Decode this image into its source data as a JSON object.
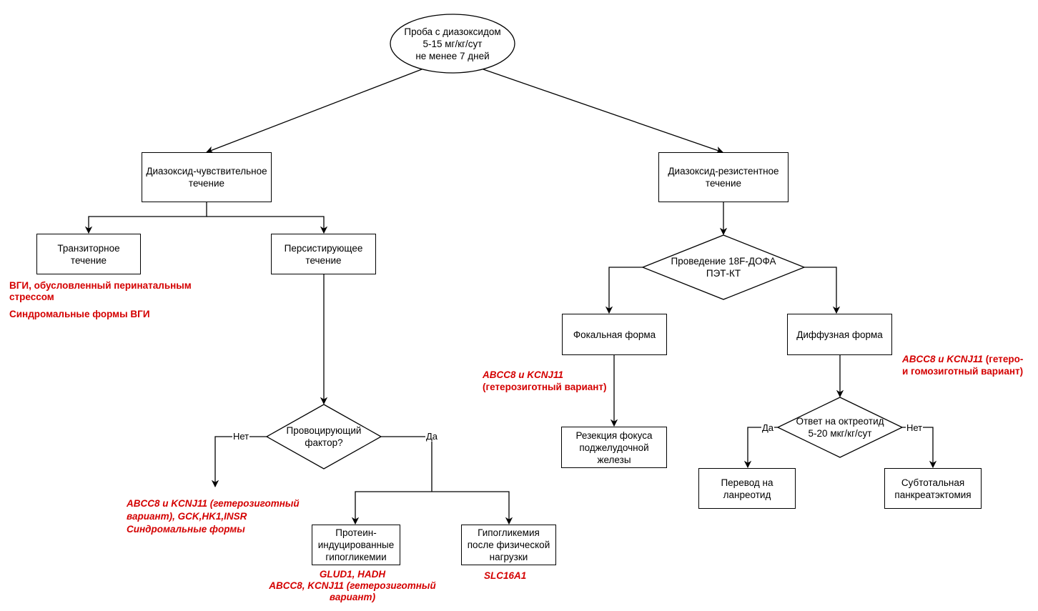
{
  "nodes": {
    "start": "Проба с диазоксидом\n5-15 мг/кг/сут\nне менее 7 дней",
    "sensitive": "Диазоксид-чувствительное\nтечение",
    "resistant": "Диазоксид-резистентное\nтечение",
    "transient": "Транзиторное\nтечение",
    "persistent": "Персистирующее\nтечение",
    "provoking": "Провоцирующий\nфактор?",
    "protein": "Протеин-\nиндуцированные\nгипогликемии",
    "exercise": "Гипогликемия\nпосле физической\nнагрузки",
    "pet": "Проведение 18F-ДОФА\nПЭТ-КТ",
    "focal": "Фокальная форма",
    "diffuse": "Диффузная форма",
    "resection": "Резекция фокуса\nподжелудочной\nжелезы",
    "octreotide": "Ответ на октреотид\n5-20 мкг/кг/сут",
    "lanreotide": "Перевод на\nланреотид",
    "pancreatectomy": "Субтотальная\nпанкреатэктомия"
  },
  "edge_labels": {
    "provoking_no": "Нет",
    "provoking_yes": "Да",
    "octreotide_yes": "Да",
    "octreotide_no": "Нет"
  },
  "annotations": {
    "transient_1": "ВГИ, обусловленный перинатальным\nстрессом",
    "transient_2": "Синдромальные формы ВГИ",
    "no_factor": "ABCC8 и KCNJ11 (гетерозиготный\nвариант), GCK,HK1,INSR\nСиндромальные формы",
    "protein": "GLUD1, HADH\nABCC8, KCNJ11 (гетерозиготный\nвариант)",
    "exercise": "SLC16A1",
    "focal": "ABCC8 и KCNJ11\n(гетерозиготный вариант)",
    "diffuse": "ABCC8 и KCNJ11 (гетеро-\nи гомозиготный вариант)"
  },
  "colors": {
    "annotation": "#d40000",
    "stroke": "#000000"
  }
}
